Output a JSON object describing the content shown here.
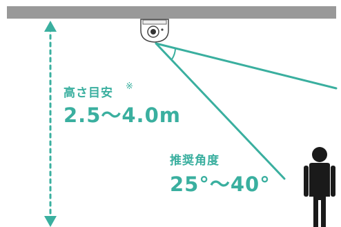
{
  "height": {
    "label": "高さ目安",
    "note": "※",
    "value": "2.5～4.0m"
  },
  "angle": {
    "label": "推奨角度",
    "value": "25°～40°"
  },
  "colors": {
    "accent": "#3aaf9f",
    "ceiling": "#999999",
    "person": "#1a1a1a"
  },
  "icons": [
    "dome-camera-icon",
    "person-icon",
    "double-arrow-icon"
  ]
}
